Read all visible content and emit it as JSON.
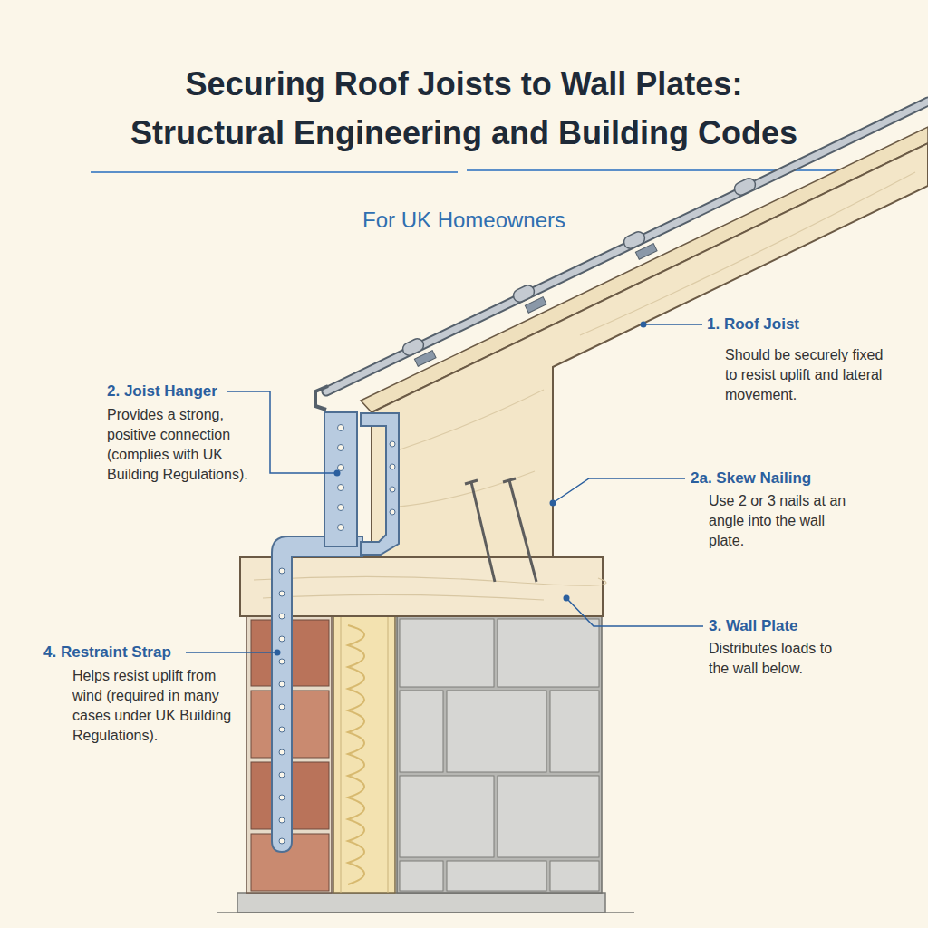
{
  "diagram": {
    "title": "Securing Roof Joists to Wall Plates: Structural Engineering and Building Codes",
    "labels": [
      "For UK Homeowners",
      "1. Roof Joist",
      "Should be securely fixed to resist uplift and lateral movement.",
      "2. Joist Hanger",
      "Provides a strong, positive connection (complies with UK Building Regulations).",
      "2a. Skew Nailing",
      "Use 2 or 3 nails at an angle into the wall plate.",
      "3. Wall Plate",
      "Distributes loads to the wall below.",
      "4. Restraint Strap",
      "Helps resist uplift from wind (required in many cases under UK Building Regulations)."
    ]
  }
}
